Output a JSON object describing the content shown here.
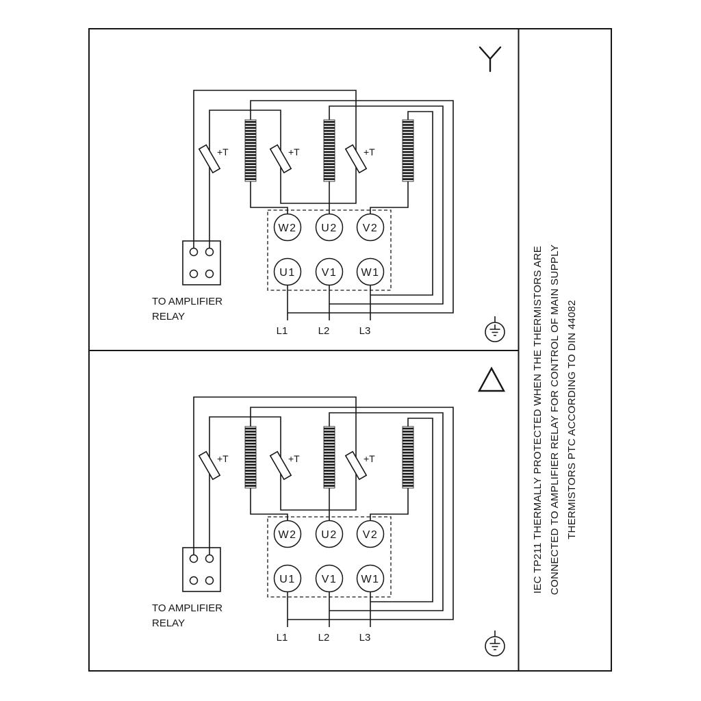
{
  "colors": {
    "ink": "#161616",
    "background": "#ffffff"
  },
  "panels": [
    {
      "connection": "star",
      "connection_icon": "star-icon",
      "thermistor_label": "+T",
      "terminals_top": [
        "W2",
        "U2",
        "V2"
      ],
      "terminals_bottom": [
        "U1",
        "V1",
        "W1"
      ],
      "relay_note_line1": "TO AMPLIFIER",
      "relay_note_line2": "RELAY",
      "supply_lines": [
        "L1",
        "L2",
        "L3"
      ],
      "ground_icon": "earth-ground-icon"
    },
    {
      "connection": "delta",
      "connection_icon": "delta-icon",
      "thermistor_label": "+T",
      "terminals_top": [
        "W2",
        "U2",
        "V2"
      ],
      "terminals_bottom": [
        "U1",
        "V1",
        "W1"
      ],
      "relay_note_line1": "TO AMPLIFIER",
      "relay_note_line2": "RELAY",
      "supply_lines": [
        "L1",
        "L2",
        "L3"
      ],
      "ground_icon": "earth-ground-icon"
    }
  ],
  "side_note": {
    "lines": [
      "IEC TP211 THERMALLY PROTECTED WHEN THE THERMISTORS ARE",
      "CONNECTED TO AMPLIFIER RELAY FOR CONTROL OF MAIN SUPPLY",
      "THERMISTORS PTC ACCORDING TO DIN 44082"
    ]
  }
}
